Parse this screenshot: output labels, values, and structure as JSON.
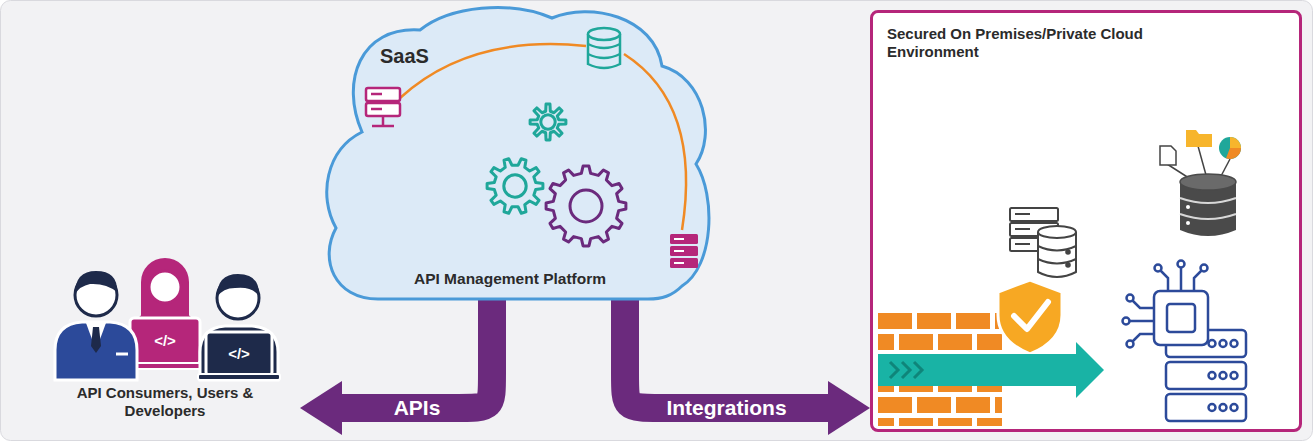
{
  "diagram": {
    "nodes": [
      {
        "text": [
          "API Consumers, Users & Developers"
        ]
      },
      {
        "text": [
          "SaaS",
          "API Management Platform"
        ]
      },
      {
        "text": [
          "Secured On Premises/Private Cloud Environment"
        ]
      }
    ],
    "edges": [
      {
        "from": 1,
        "to": 0,
        "arrow": "to",
        "label": "APIs"
      },
      {
        "from": 1,
        "to": 2,
        "arrow": "to",
        "label": "Integrations"
      }
    ],
    "labels": [
      "</>",
      "</>"
    ]
  }
}
